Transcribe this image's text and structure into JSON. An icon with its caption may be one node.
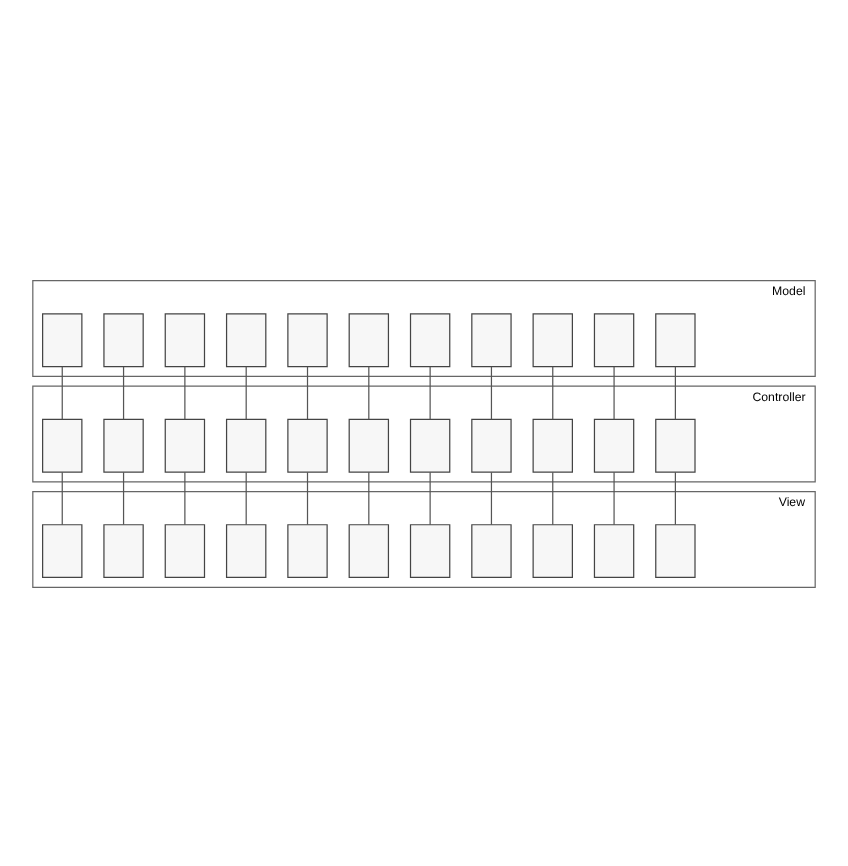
{
  "diagram": {
    "nodes": [
      {
        "text": [
          "Model"
        ]
      },
      {
        "text": [],
        "shape": "box",
        "in": 0
      },
      {
        "text": [],
        "shape": "box",
        "in": 0
      },
      {
        "text": [],
        "shape": "box",
        "in": 0
      },
      {
        "text": [],
        "shape": "box",
        "in": 0
      },
      {
        "text": [],
        "shape": "box",
        "in": 0
      },
      {
        "text": [],
        "shape": "box",
        "in": 0
      },
      {
        "text": [],
        "shape": "box",
        "in": 0
      },
      {
        "text": [],
        "shape": "box",
        "in": 0
      },
      {
        "text": [],
        "shape": "box",
        "in": 0
      },
      {
        "text": [],
        "shape": "box",
        "in": 0
      },
      {
        "text": [],
        "shape": "box",
        "in": 0
      },
      {
        "text": [
          "Controller"
        ]
      },
      {
        "text": [],
        "shape": "box",
        "in": 12
      },
      {
        "text": [],
        "shape": "box",
        "in": 12
      },
      {
        "text": [],
        "shape": "box",
        "in": 12
      },
      {
        "text": [],
        "shape": "box",
        "in": 12
      },
      {
        "text": [],
        "shape": "box",
        "in": 12
      },
      {
        "text": [],
        "shape": "box",
        "in": 12
      },
      {
        "text": [],
        "shape": "box",
        "in": 12
      },
      {
        "text": [],
        "shape": "box",
        "in": 12
      },
      {
        "text": [],
        "shape": "box",
        "in": 12
      },
      {
        "text": [],
        "shape": "box",
        "in": 12
      },
      {
        "text": [],
        "shape": "box",
        "in": 12
      },
      {
        "text": [
          "View"
        ]
      },
      {
        "text": [],
        "shape": "box",
        "in": 24
      },
      {
        "text": [],
        "shape": "box",
        "in": 24
      },
      {
        "text": [],
        "shape": "box",
        "in": 24
      },
      {
        "text": [],
        "shape": "box",
        "in": 24
      },
      {
        "text": [],
        "shape": "box",
        "in": 24
      },
      {
        "text": [],
        "shape": "box",
        "in": 24
      },
      {
        "text": [],
        "shape": "box",
        "in": 24
      },
      {
        "text": [],
        "shape": "box",
        "in": 24
      },
      {
        "text": [],
        "shape": "box",
        "in": 24
      },
      {
        "text": [],
        "shape": "box",
        "in": 24
      },
      {
        "text": [],
        "shape": "box",
        "in": 24
      }
    ],
    "edges": [
      {
        "from": 1,
        "to": 13,
        "arrow": "none"
      },
      {
        "from": 2,
        "to": 14,
        "arrow": "none"
      },
      {
        "from": 3,
        "to": 15,
        "arrow": "none"
      },
      {
        "from": 4,
        "to": 16,
        "arrow": "none"
      },
      {
        "from": 5,
        "to": 17,
        "arrow": "none"
      },
      {
        "from": 6,
        "to": 18,
        "arrow": "none"
      },
      {
        "from": 7,
        "to": 19,
        "arrow": "none"
      },
      {
        "from": 8,
        "to": 20,
        "arrow": "none"
      },
      {
        "from": 9,
        "to": 21,
        "arrow": "none"
      },
      {
        "from": 10,
        "to": 22,
        "arrow": "none"
      },
      {
        "from": 11,
        "to": 23,
        "arrow": "none"
      },
      {
        "from": 13,
        "to": 25,
        "arrow": "none"
      },
      {
        "from": 14,
        "to": 26,
        "arrow": "none"
      },
      {
        "from": 15,
        "to": 27,
        "arrow": "none"
      },
      {
        "from": 16,
        "to": 28,
        "arrow": "none"
      },
      {
        "from": 17,
        "to": 29,
        "arrow": "none"
      },
      {
        "from": 18,
        "to": 30,
        "arrow": "none"
      },
      {
        "from": 19,
        "to": 31,
        "arrow": "none"
      },
      {
        "from": 20,
        "to": 32,
        "arrow": "none"
      },
      {
        "from": 21,
        "to": 33,
        "arrow": "none"
      },
      {
        "from": 22,
        "to": 34,
        "arrow": "none"
      },
      {
        "from": 23,
        "to": 35,
        "arrow": "none"
      }
    ]
  }
}
